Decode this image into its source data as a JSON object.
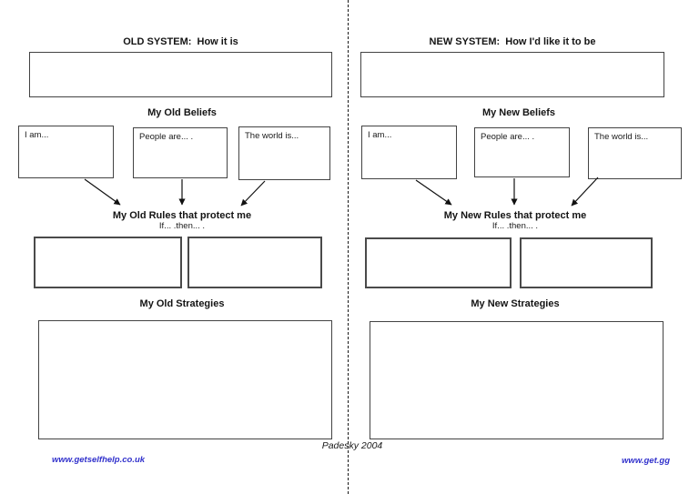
{
  "colors": {
    "link_blue": "#3232cc",
    "box_border": "#434343",
    "text": "#141414"
  },
  "panels": [
    {
      "title": "OLD SYSTEM:  How it is",
      "beliefs_heading": "My Old Beliefs",
      "beliefs": [
        "I am...",
        "People are... .",
        "The world is..."
      ],
      "rules_heading": "My Old Rules that protect me",
      "rules_subheading": "If... .then... .",
      "strategies_heading": "My Old Strategies"
    },
    {
      "title": "NEW SYSTEM:  How I'd like it to be",
      "beliefs_heading": "My New Beliefs",
      "beliefs": [
        "I am...",
        "People are... .",
        "The world is..."
      ],
      "rules_heading": "My New Rules that protect me",
      "rules_subheading": "If... .then... .",
      "strategies_heading": "My New Strategies"
    }
  ],
  "footer": {
    "left_link": "www.getselfhelp.co.uk",
    "credit": "Padesky 2004",
    "right_link": "www.get.gg"
  }
}
